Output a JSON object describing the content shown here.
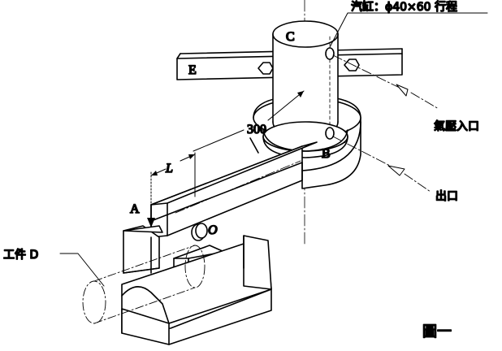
{
  "figure": {
    "labels": {
      "cylinder_note": "汽缸：ϕ40×60 行程",
      "air_inlet": "氣壓入口",
      "outlet": "出口",
      "workpiece": "工件 D",
      "figure_caption": "圖一",
      "C": "C",
      "E": "E",
      "A": "A",
      "B": "B",
      "O": "O",
      "L": "L",
      "dim_300": "300"
    }
  }
}
